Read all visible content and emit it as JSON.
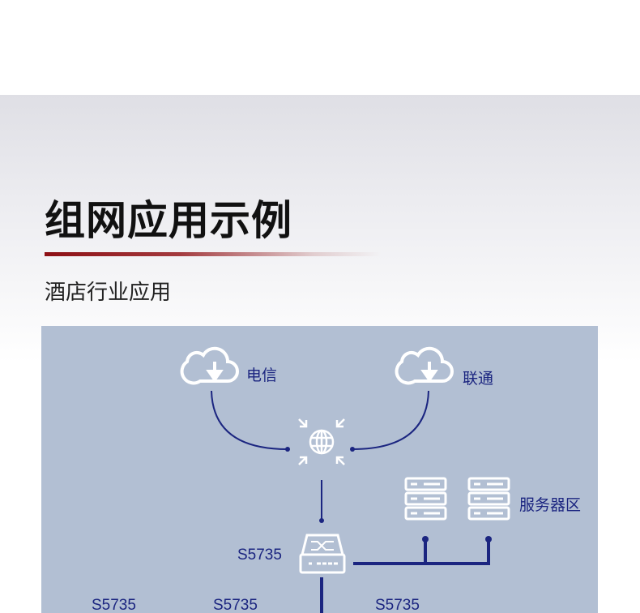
{
  "header": {
    "title": "组网应用示例",
    "subtitle": "酒店行业应用"
  },
  "diagram": {
    "isp1": "电信",
    "isp2": "联通",
    "server_area": "服务器区",
    "core_switch": "S5735",
    "access_switches": [
      "S5735",
      "S5735",
      "S5735"
    ]
  },
  "colors": {
    "line": "#1b2580",
    "panel": "#b2bfd3",
    "accent": "#8d0f14"
  }
}
